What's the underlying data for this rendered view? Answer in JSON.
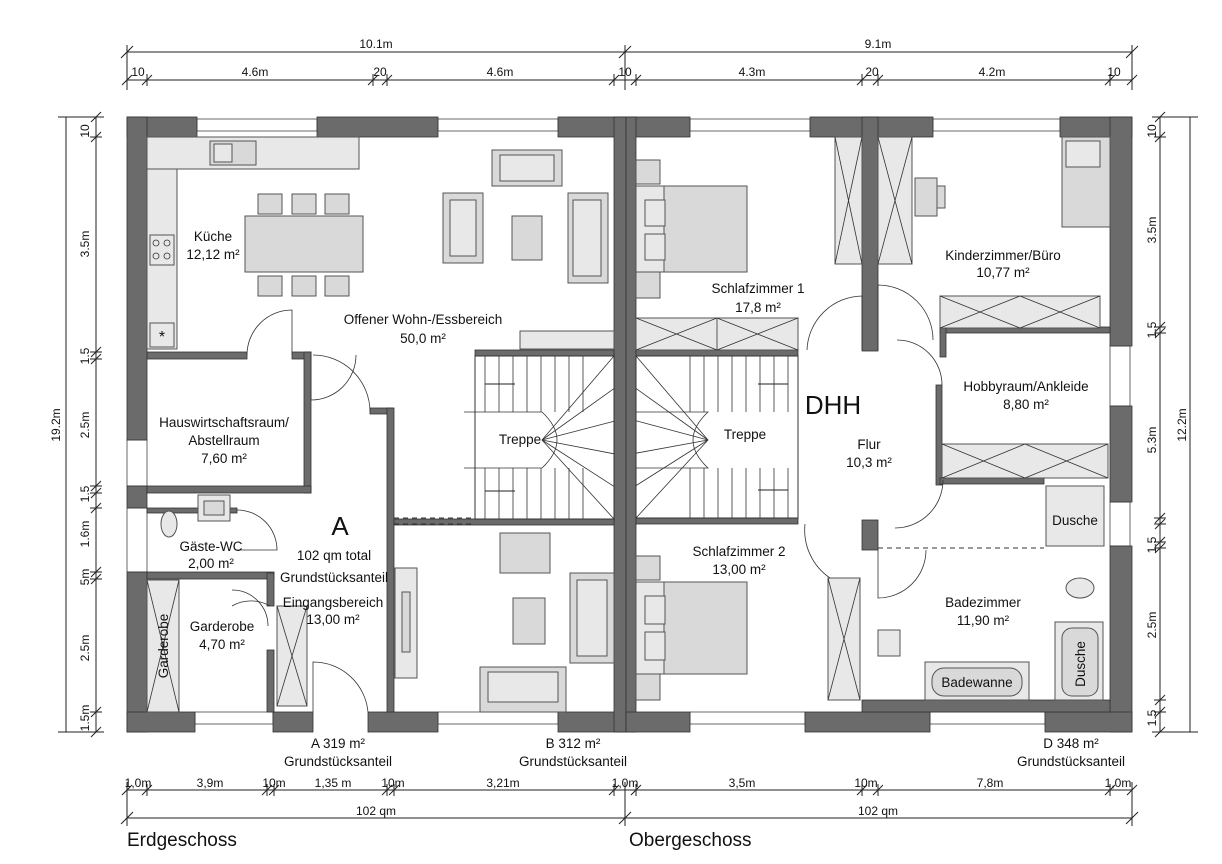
{
  "dimensions": {
    "top_total_left": "10.1m",
    "top_total_right": "9.1m",
    "top_segments": [
      "10",
      "4.6m",
      "20",
      "4.6m",
      "10",
      "4.3m",
      "20",
      "4.2m",
      "10"
    ],
    "left_total": "19.2m",
    "left_segments": [
      "10",
      "3.5m",
      "1.5",
      "2.5m",
      "1.5",
      "1.6m",
      "5m",
      "2.5m",
      "1.5m"
    ],
    "right_total": "12.2m",
    "right_segments": [
      "10",
      "3.5m",
      "1.5",
      "5.3m",
      "1.5",
      "2.5m",
      "1.5"
    ],
    "bottom_segments": [
      "1,0m",
      "3,9m",
      "10m",
      "1,35 m",
      "10m",
      "3,21m",
      "1,0m",
      "3,5m",
      "10m",
      "7,8m",
      "1,0m"
    ],
    "bottom_total_left": "102 qm",
    "bottom_total_right": "102 qm"
  },
  "floors": {
    "ground": "Erdgeschoss",
    "upper": "Obergeschoss"
  },
  "rooms_ground": [
    {
      "id": "kueche",
      "name": "Küche",
      "area": "12,12 m²"
    },
    {
      "id": "wohn",
      "name": "Offener Wohn-/Essbereich",
      "area": "50,0 m²"
    },
    {
      "id": "hwr",
      "name": "Hauswirtschaftsraum/",
      "name2": "Abstellraum",
      "area": "7,60 m²"
    },
    {
      "id": "treppe-eg",
      "name": "Treppe"
    },
    {
      "id": "gaeste-wc",
      "name": "Gäste-WC",
      "area": "2,00 m²"
    },
    {
      "id": "garderobe",
      "name": "Garderobe",
      "area": "4,70 m²"
    },
    {
      "id": "eingang",
      "name": "Eingangsbereich",
      "area": "13,00 m²"
    },
    {
      "id": "garderobe-schrank",
      "name": "Garderobe"
    }
  ],
  "rooms_upper": [
    {
      "id": "schlaf1",
      "name": "Schlafzimmer 1",
      "area": "17,8 m²"
    },
    {
      "id": "kinder",
      "name": "Kinderzimmer/Büro",
      "area": "10,77 m²"
    },
    {
      "id": "hobby",
      "name": "Hobbyraum/Ankleide",
      "area": "8,80 m²"
    },
    {
      "id": "treppe-og",
      "name": "Treppe"
    },
    {
      "id": "flur",
      "name": "Flur",
      "area": "10,3 m²"
    },
    {
      "id": "schlaf2",
      "name": "Schlafzimmer 2",
      "area": "13,00 m²"
    },
    {
      "id": "bad",
      "name": "Badezimmer",
      "area": "11,90 m²"
    },
    {
      "id": "dusche1",
      "name": "Dusche"
    },
    {
      "id": "dusche2",
      "name": "Dusche"
    },
    {
      "id": "badewanne",
      "name": "Badewanne"
    }
  ],
  "unit_a": {
    "letter": "A",
    "total": "102 qm total",
    "share_label": "Grundstücksanteil"
  },
  "unit_label": "DHH",
  "plot_shares": [
    {
      "label": "A 319 m²",
      "sub": "Grundstücksanteil"
    },
    {
      "label": "B 312 m²",
      "sub": "Grundstücksanteil"
    },
    {
      "label": "D 348 m²",
      "sub": "Grundstücksanteil"
    }
  ]
}
